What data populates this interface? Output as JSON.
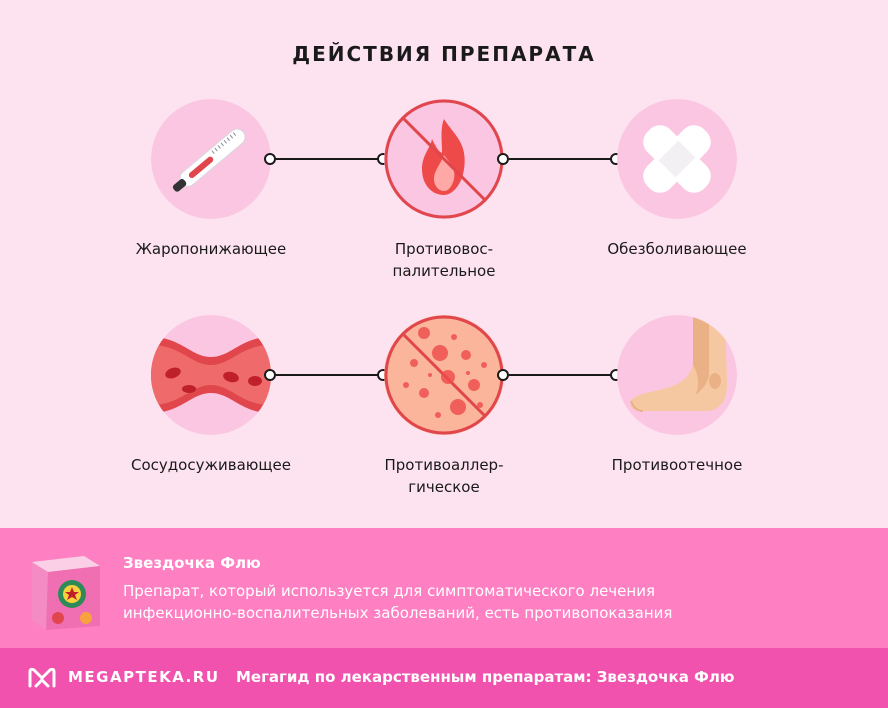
{
  "page": {
    "title": "ДЕЙСТВИЯ ПРЕПАРАТА"
  },
  "actions": [
    {
      "icon": "thermometer-icon",
      "label": "Жаропонижающее"
    },
    {
      "icon": "no-fire-icon",
      "label_lines": [
        "Противовос-",
        "палительное"
      ]
    },
    {
      "icon": "bandage-icon",
      "label": "Обезболивающее"
    },
    {
      "icon": "blood-vessel-icon",
      "label": "Сосудосуживающее"
    },
    {
      "icon": "skin-rash-icon",
      "label_lines": [
        "Противоаллер-",
        "гическое"
      ]
    },
    {
      "icon": "foot-icon",
      "label": "Противоотечное"
    }
  ],
  "product": {
    "name": "Звездочка Флю",
    "description_lines": [
      "Препарат, который используется для симптоматического лечения",
      "инфекционно-воспалительных заболеваний, есть противопоказания"
    ]
  },
  "footer": {
    "brand": "MEGAPTEKA.RU",
    "text": "Мегагид по лекарственным препаратам: Звездочка Флю"
  },
  "colors": {
    "background": "#fde3ef",
    "circle": "#fbc6e2",
    "accent_red": "#e0464c",
    "info_band": "#fe7fc2",
    "footer_band": "#f052ad"
  }
}
